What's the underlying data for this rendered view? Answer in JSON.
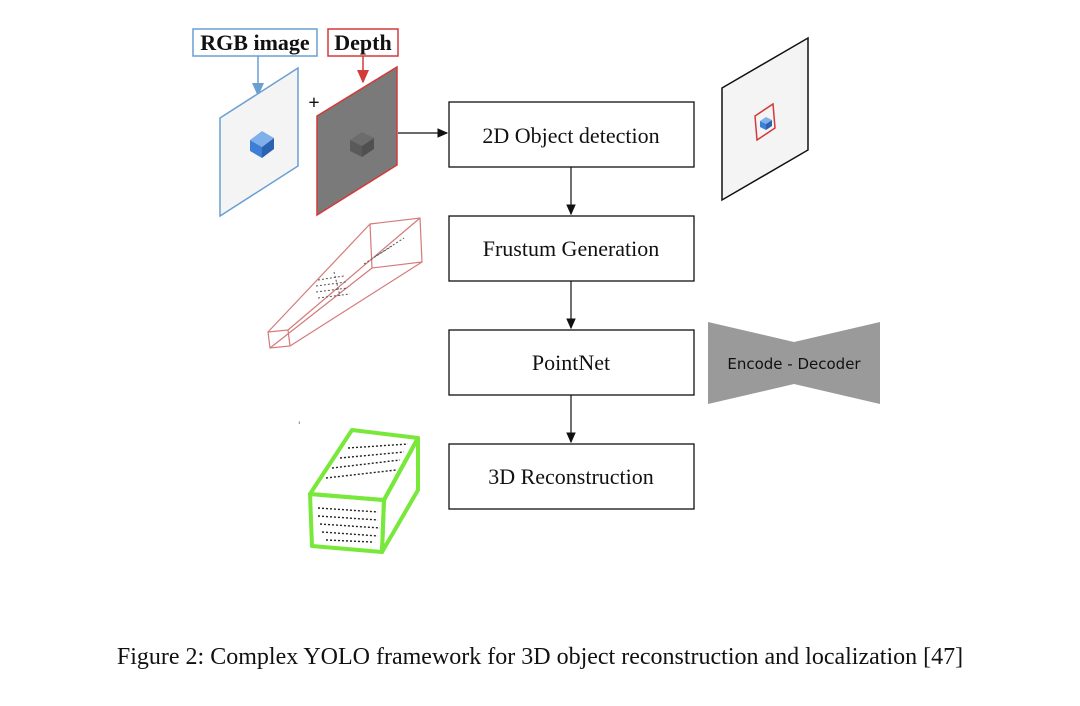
{
  "labels": {
    "rgb": "RGB image",
    "depth": "Depth",
    "plus": "+"
  },
  "steps": [
    {
      "id": "detect",
      "label": "2D Object detection"
    },
    {
      "id": "frustum",
      "label": "Frustum Generation"
    },
    {
      "id": "pointnet",
      "label": "PointNet"
    },
    {
      "id": "recon",
      "label": "3D Reconstruction"
    }
  ],
  "encoder": {
    "label": "Encode - Decoder"
  },
  "caption": "Figure 2: Complex YOLO framework for 3D object reconstruction and localization [47]",
  "colors": {
    "rgb_border": "#6a9fd4",
    "depth_border": "#d33a3a",
    "depth_fill": "#7a7a7a",
    "cube": "#3d7fd6",
    "frustum": "#d47a7a",
    "green_box": "#78e83a",
    "encoder_fill": "#9a9a9a"
  }
}
